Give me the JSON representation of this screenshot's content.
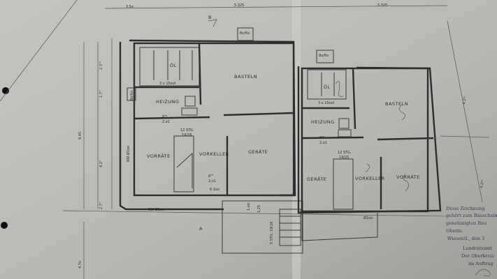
{
  "left_plan": {
    "rooms": {
      "oil": "ÖL",
      "oil_tank": "3 x 15ool",
      "hobby": "BASTELN",
      "heating": "HEIZUNG",
      "stores": "VORRÄTE",
      "anteroom": "VORKELLER",
      "tools": "GERÄTE"
    },
    "door_heating": [
      "8⁷⁵",
      "2,o1"
    ],
    "door_anteroom": [
      "8⁷⁵",
      "2,o1"
    ],
    "stair": [
      "12 STG.",
      "19/26"
    ],
    "outer_stair": "5 STG. 19/26",
    "chimney": "8o/6o",
    "window": "8o/6o",
    "sewer": "SW Ø1oo",
    "rain": "RW Ø1oo",
    "dim_600": "6.1oo",
    "dim_100": "1,oo",
    "dim_125": "1,25",
    "section_a": "A",
    "section_b": "B"
  },
  "right_plan": {
    "rooms": {
      "oil": "ÖL",
      "oil_tank": "3 x 15ool",
      "hobby": "BASTELN",
      "heating": "HEIZUNG",
      "tools": "GERÄTE",
      "anteroom": "VORKELLER",
      "stores": "VORRÄTE"
    },
    "chimney": "8o/6o",
    "stair": [
      "12 STG.",
      "19/25"
    ],
    "door": [
      "8⁷⁵",
      "2,o1"
    ],
    "pipe": "Ø1oo"
  },
  "dimensions": {
    "top": [
      "3.5o",
      "5.325",
      "5.325"
    ],
    "left": [
      "9.45",
      "2.3⁷⁵",
      "1.7⁵",
      "4.2⁵",
      "2.7⁵",
      "4.7o"
    ],
    "right": [
      "4.2²⁵",
      "4.2²⁵"
    ]
  },
  "stamp": [
    "Diese Zeichnung",
    "gehört zum Bauschein",
    "genehmigten Bau",
    "Oberin.",
    "Wiesentl., den 3",
    "Landratsamt",
    "Der Oberkreis",
    "im Auftrag"
  ]
}
